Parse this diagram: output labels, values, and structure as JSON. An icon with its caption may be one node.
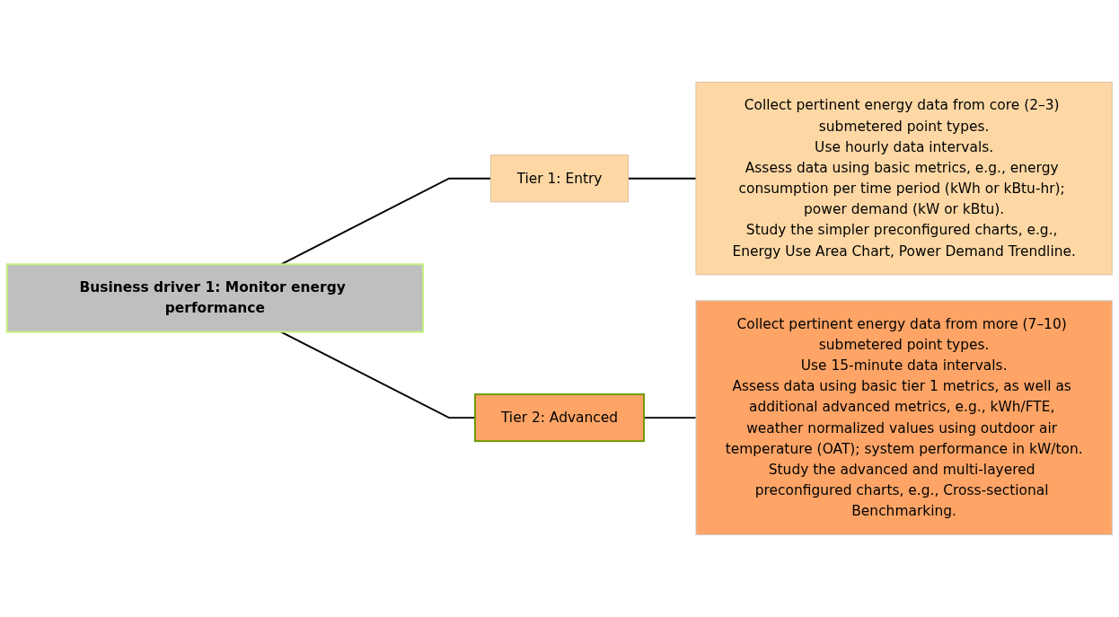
{
  "diagram": {
    "nodes": [
      {
        "text": [
          "Business driver 1: Monitor energy performance"
        ]
      },
      {
        "text": [
          "Tier 1: Entry"
        ]
      },
      {
        "text": [
          "Collect pertinent energy data from core (2–3) submetered point types.",
          "Use hourly data intervals.",
          "Assess data using basic metrics, e.g., energy consumption per time period (kWh or kBtu-hr); power demand (kW or kBtu).",
          "Study the simpler preconfigured charts, e.g., Energy Use Area Chart, Power Demand Trendline."
        ]
      },
      {
        "text": [
          "Tier 2: Advanced"
        ]
      },
      {
        "text": [
          "Collect pertinent energy data from more (7–10) submetered point types.",
          "Use 15-minute data intervals.",
          "Assess data using basic tier 1 metrics, as well as additional advanced metrics, e.g., kWh/FTE, weather normalized values using outdoor air temperature (OAT); system performance in kW/ton.",
          "Study the advanced and multi-layered preconfigured charts, e.g., Cross-sectional Benchmarking."
        ]
      }
    ],
    "edges": [
      {
        "from": 0,
        "to": 1,
        "arrow": "none"
      },
      {
        "from": 0,
        "to": 3,
        "arrow": "none"
      },
      {
        "from": 1,
        "to": 2,
        "arrow": "none"
      },
      {
        "from": 3,
        "to": 4,
        "arrow": "none"
      }
    ]
  }
}
